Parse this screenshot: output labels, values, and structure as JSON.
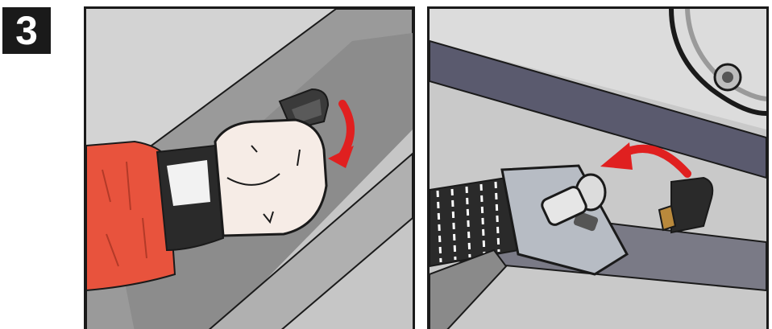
{
  "step": {
    "number": "3"
  },
  "panels": [
    {
      "name": "left-illustration",
      "description_icon": "hand-turning-handle-icon"
    },
    {
      "name": "right-illustration",
      "description_icon": "pin-latch-icon"
    }
  ],
  "colors": {
    "frame": "#1a1a1a",
    "arrow": "#e02020",
    "sleeve": "#e8533d",
    "skin": "#f6ece6",
    "metal_light": "#c9c9c9",
    "metal_mid": "#9a9a9a",
    "metal_dark": "#6f6f6f",
    "strap": "#2a2a2a",
    "rail": "#5a5a6e",
    "bracket": "#b7bcc4",
    "tan": "#b9893c"
  }
}
